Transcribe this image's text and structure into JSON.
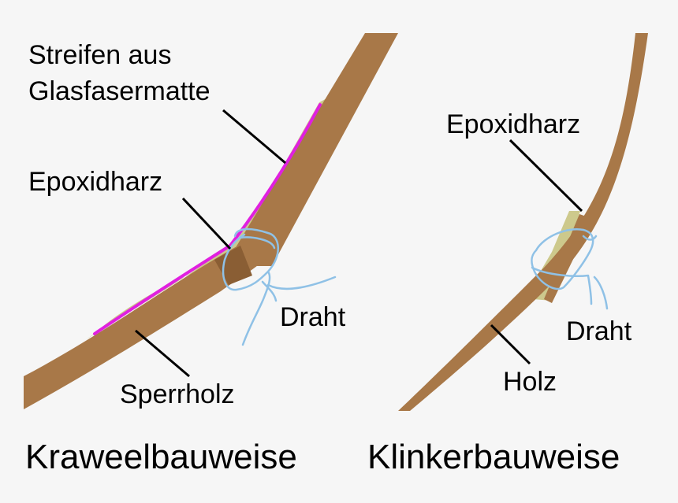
{
  "colors": {
    "background": "#f6f6f6",
    "wood": "#a87848",
    "epoxy": "#cdc98c",
    "glass_fiber": "#e020e0",
    "wire": "#8fc1e6",
    "leader": "#000000"
  },
  "left_diagram": {
    "caption": "Kraweelbauweise",
    "labels": {
      "glass_fiber_line1": "Streifen aus",
      "glass_fiber_line2": "Glasfasermatte",
      "epoxy": "Epoxidharz",
      "wire": "Draht",
      "plywood": "Sperrholz"
    }
  },
  "right_diagram": {
    "caption": "Klinkerbauweise",
    "labels": {
      "epoxy": "Epoxidharz",
      "wire": "Draht",
      "wood": "Holz"
    }
  }
}
